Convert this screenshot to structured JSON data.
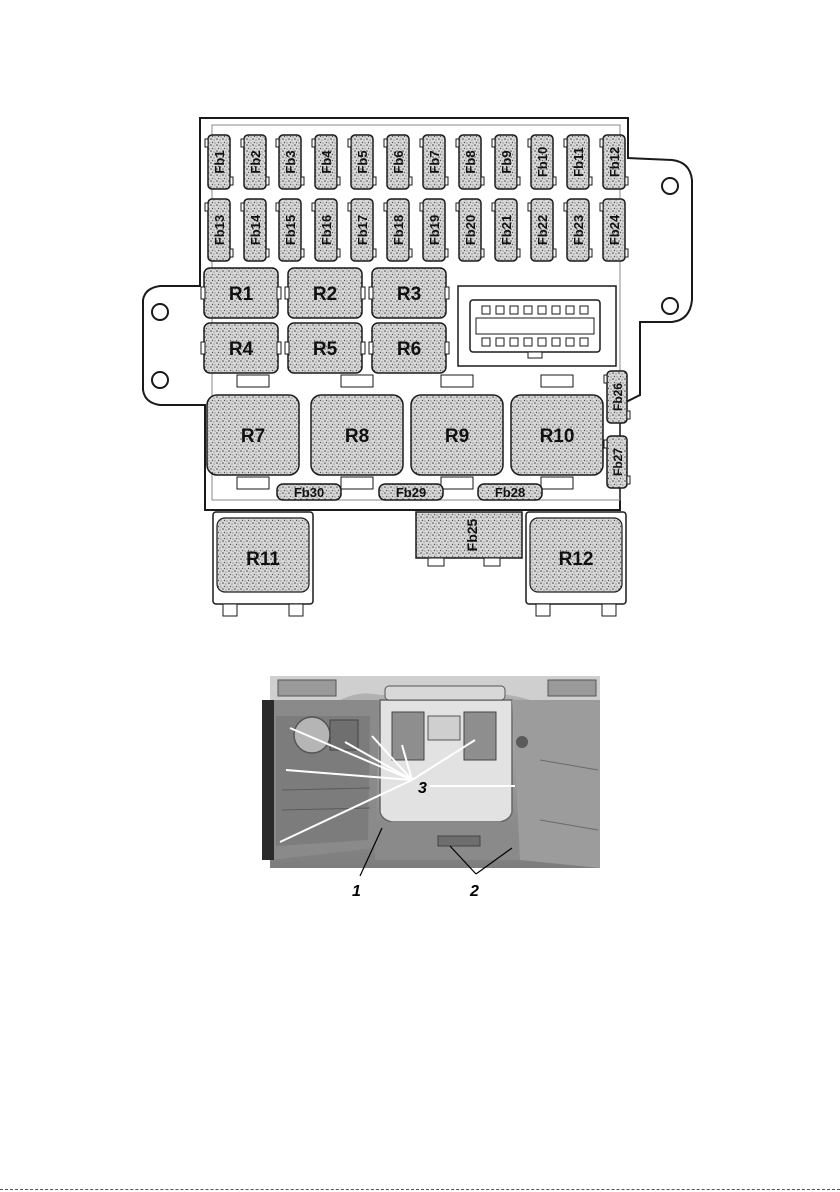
{
  "fuse_box": {
    "fuses_row1": [
      "Fb1",
      "Fb2",
      "Fb3",
      "Fb4",
      "Fb5",
      "Fb6",
      "Fb7",
      "Fb8",
      "Fb9",
      "Fb10",
      "Fb11",
      "Fb12"
    ],
    "fuses_row2": [
      "Fb13",
      "Fb14",
      "Fb15",
      "Fb16",
      "Fb17",
      "Fb18",
      "Fb19",
      "Fb20",
      "Fb21",
      "Fb22",
      "Fb23",
      "Fb24"
    ],
    "relays_small": [
      "R1",
      "R2",
      "R3",
      "R4",
      "R5",
      "R6"
    ],
    "relays_large": [
      "R7",
      "R8",
      "R9",
      "R10"
    ],
    "relays_bottom": [
      "R11",
      "R12"
    ],
    "fuses_side": [
      "Fb26",
      "Fb27"
    ],
    "fuses_bottom": [
      "Fb30",
      "Fb29",
      "Fb28"
    ],
    "fuse_bottom_center": "Fb25"
  },
  "photo": {
    "callouts": [
      "1",
      "2",
      "3"
    ]
  },
  "colors": {
    "stroke": "#1a1a1a",
    "speckle_fill": "#bdbdbd",
    "photo_bg": "#8f8f8f"
  }
}
